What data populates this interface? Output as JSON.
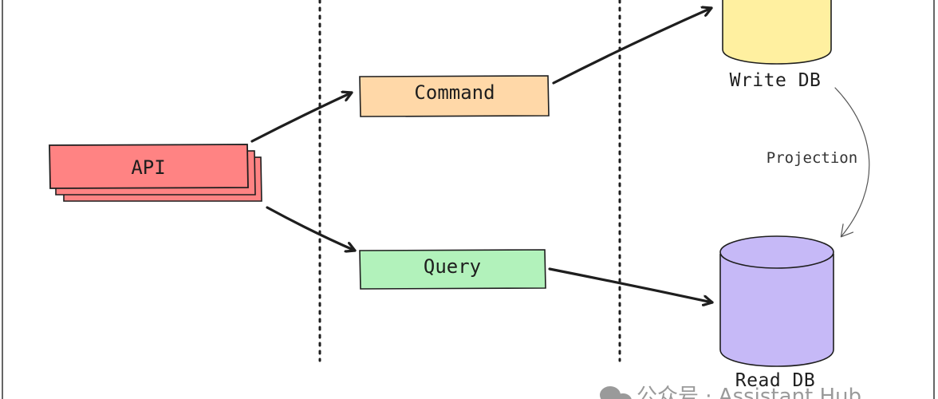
{
  "diagram": {
    "nodes": {
      "api": {
        "label": "API",
        "fill": "#ff8383"
      },
      "command": {
        "label": "Command",
        "fill": "#ffd8a8"
      },
      "query": {
        "label": "Query",
        "fill": "#b2f2bb"
      },
      "write_db": {
        "label": "Write DB",
        "fill": "#fff0a0"
      },
      "read_db": {
        "label": "Read DB",
        "fill": "#c6b9f7"
      }
    },
    "edges": {
      "projection": {
        "label": "Projection"
      }
    }
  },
  "watermark": {
    "text": "公众号 · Assistant Hub",
    "icon": "wechat-icon"
  },
  "colors": {
    "stroke": "#1e1e1e",
    "divider": "#1e1e1e"
  }
}
